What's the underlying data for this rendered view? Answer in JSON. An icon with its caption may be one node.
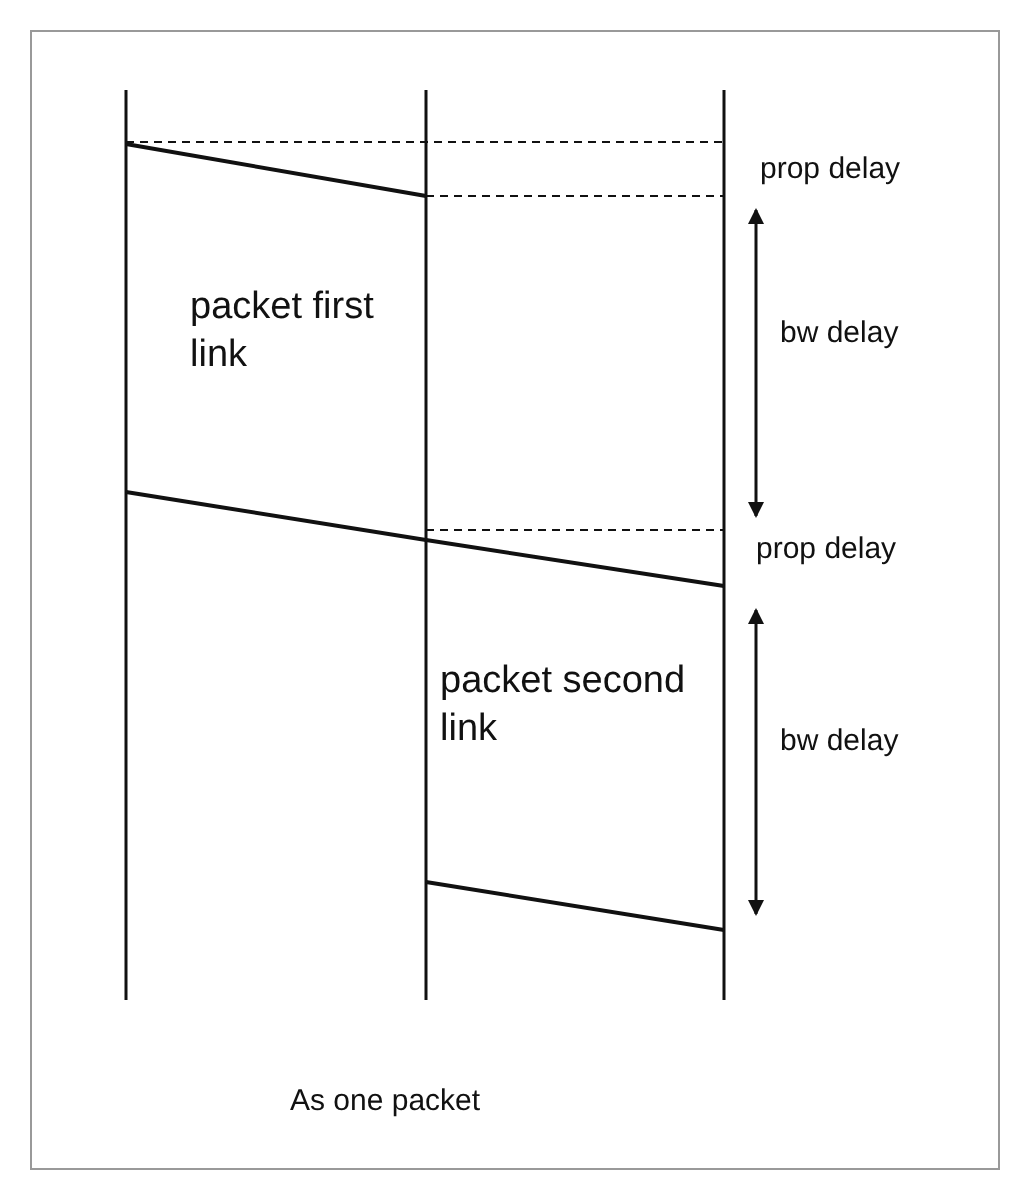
{
  "diagram": {
    "caption": "As one packet",
    "labels": [
      "prop delay",
      "packet first link",
      "bw delay",
      "prop delay",
      "packet second link",
      "bw delay"
    ]
  }
}
